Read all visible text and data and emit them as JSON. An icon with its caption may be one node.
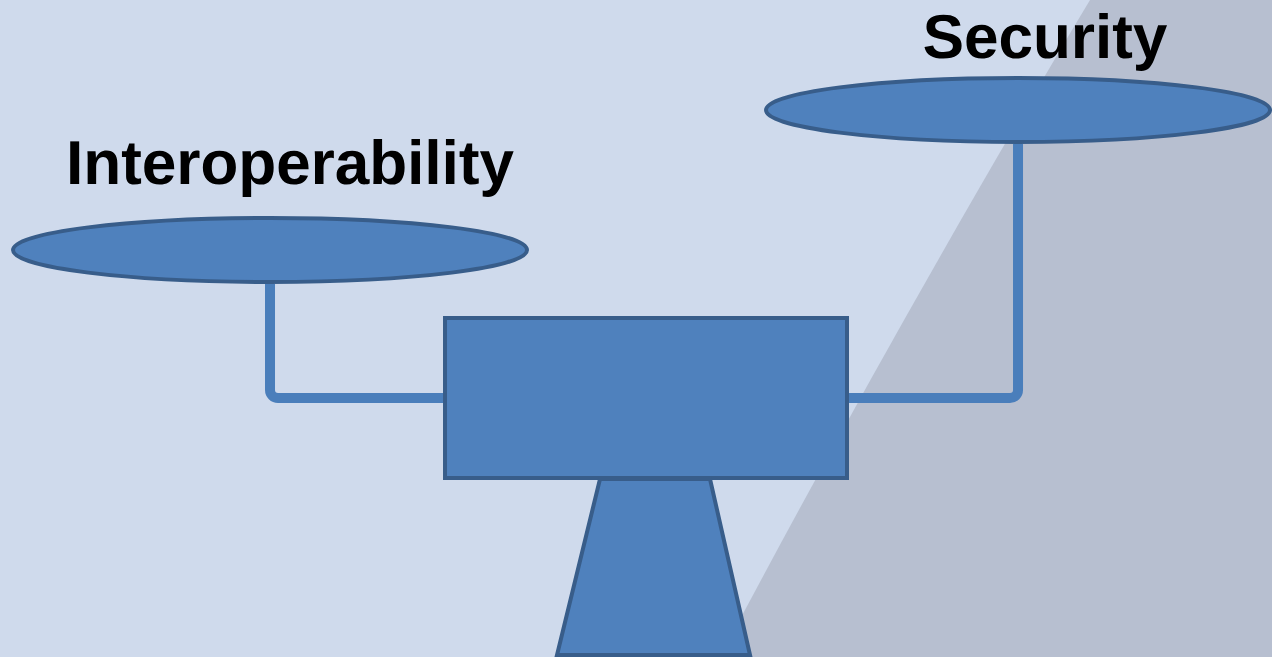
{
  "diagram": {
    "nodes": [
      {
        "text": [
          "Interoperability"
        ]
      },
      {
        "text": [
          "Security"
        ]
      },
      {
        "text": [],
        "shape": "box"
      },
      {
        "text": [],
        "shape": "trapezoid"
      }
    ],
    "edges": [
      {
        "from": 0,
        "to": 2,
        "arrow": "none"
      },
      {
        "from": 1,
        "to": 2,
        "arrow": "none"
      }
    ]
  }
}
